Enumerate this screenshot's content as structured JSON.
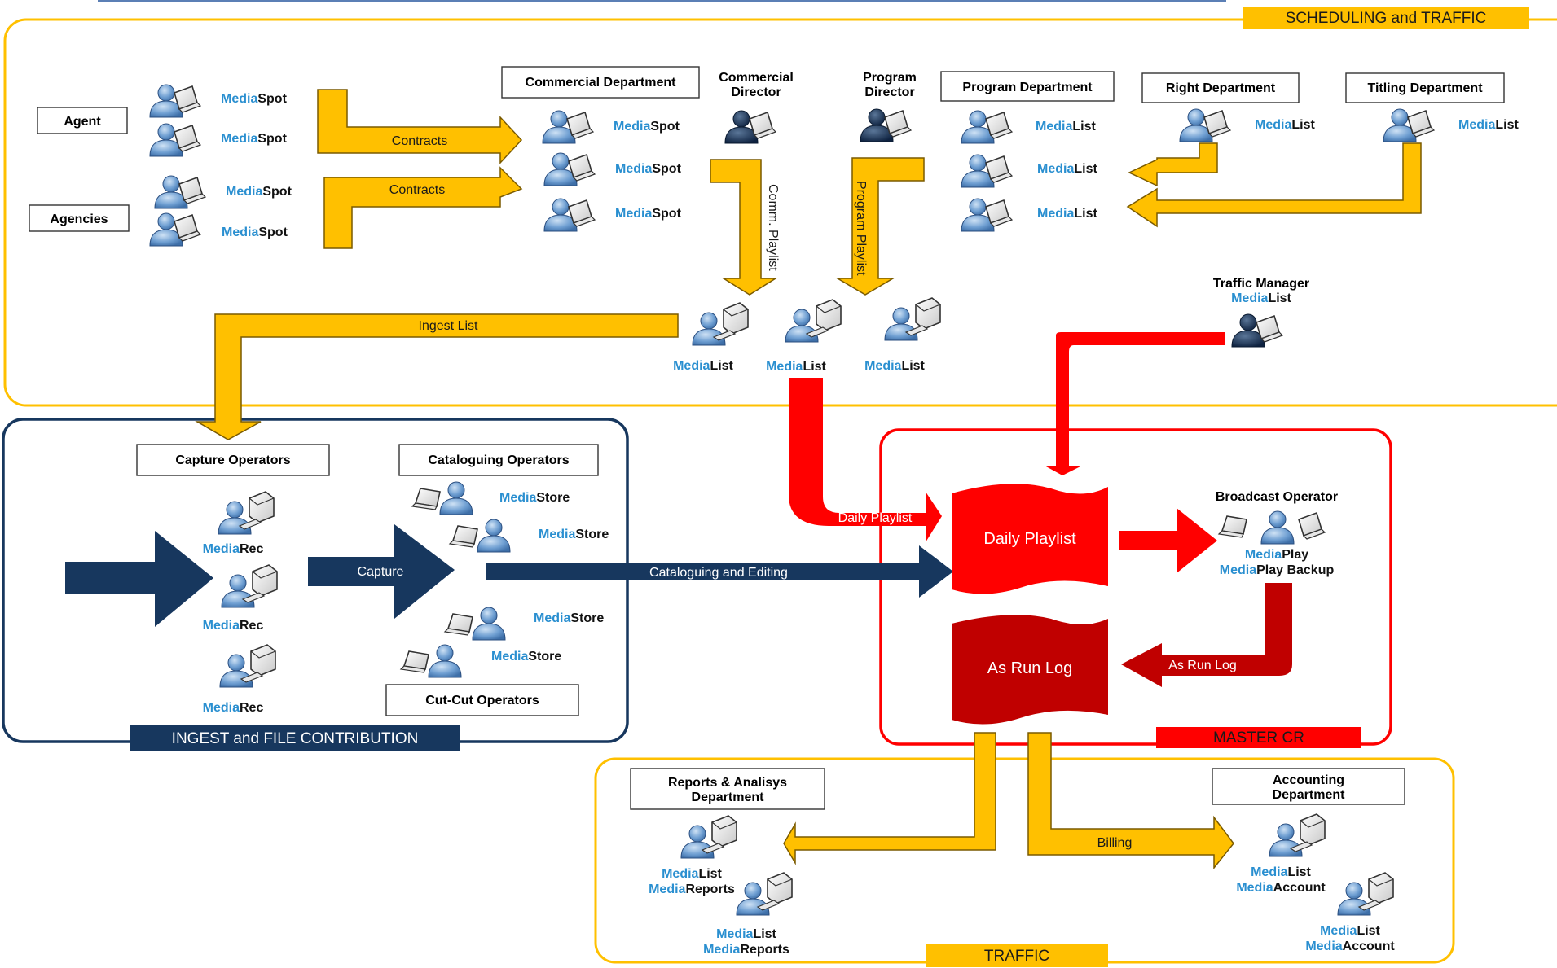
{
  "sections": {
    "scheduling": "SCHEDULING and TRAFFIC",
    "ingest": "INGEST and FILE CONTRIBUTION",
    "master": "MASTER CR",
    "traffic": "TRAFFIC"
  },
  "labels": {
    "agent": "Agent",
    "agencies": "Agencies",
    "commercial_dept": "Commercial Department",
    "commercial_director": [
      "Commercial",
      "Director"
    ],
    "program_director": [
      "Program",
      "Director"
    ],
    "program_dept": "Program Department",
    "right_dept": "Right Department",
    "titling_dept": "Titling Department",
    "traffic_manager": "Traffic Manager",
    "capture_ops": "Capture Operators",
    "cataloguing_ops": "Cataloguing Operators",
    "cutcut_ops": "Cut-Cut Operators",
    "broadcast_op": "Broadcast Operator",
    "reports_dept": [
      "Reports & Analisys",
      "Department"
    ],
    "accounting_dept": [
      "Accounting",
      "Department"
    ]
  },
  "arrows": {
    "contracts1": "Contracts",
    "contracts2": "Contracts",
    "comm_playlist": "Comm. Playlist",
    "program_playlist": "Program Playlist",
    "ingest_list": "Ingest List",
    "capture": "Capture",
    "cataloguing": "Cataloguing and Editing",
    "daily_playlist": "Daily Playlist",
    "as_run_log": "As Run Log",
    "billing": "Billing"
  },
  "boxes": {
    "daily_playlist": "Daily Playlist",
    "as_run_log": "As Run Log"
  },
  "brand_parts": {
    "media": "Media",
    "spot": "Spot",
    "list": "List",
    "store": "Store",
    "rec": "Rec",
    "play": "Play",
    "play_backup": "Play Backup",
    "reports": "Reports",
    "account": "Account"
  },
  "colors": {
    "yellow": "#ffc000",
    "navy": "#17375e",
    "red": "#ff0000",
    "darkred": "#c00000",
    "brand_blue": "#2a8fd0"
  },
  "icon_names": [
    "user-laptop-icon",
    "user-desktop-icon",
    "director-icon"
  ]
}
